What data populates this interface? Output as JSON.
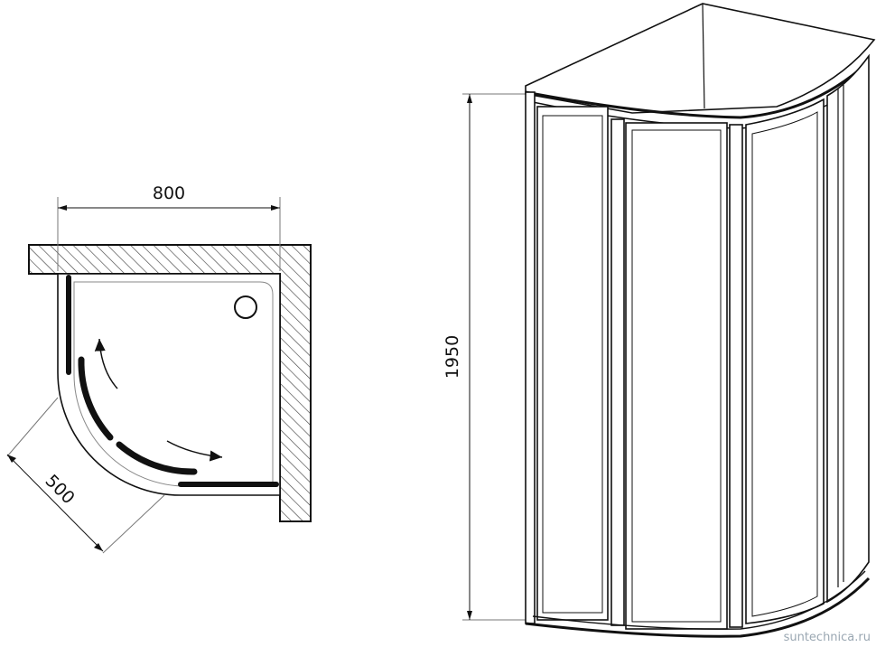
{
  "plan_view": {
    "width_dimension": "800",
    "radius_dimension": "500"
  },
  "front_view": {
    "height_dimension": "1950"
  },
  "watermark": "suntechnica.ru",
  "colors": {
    "line": "#111111",
    "hatch": "#444444",
    "background": "#ffffff"
  }
}
